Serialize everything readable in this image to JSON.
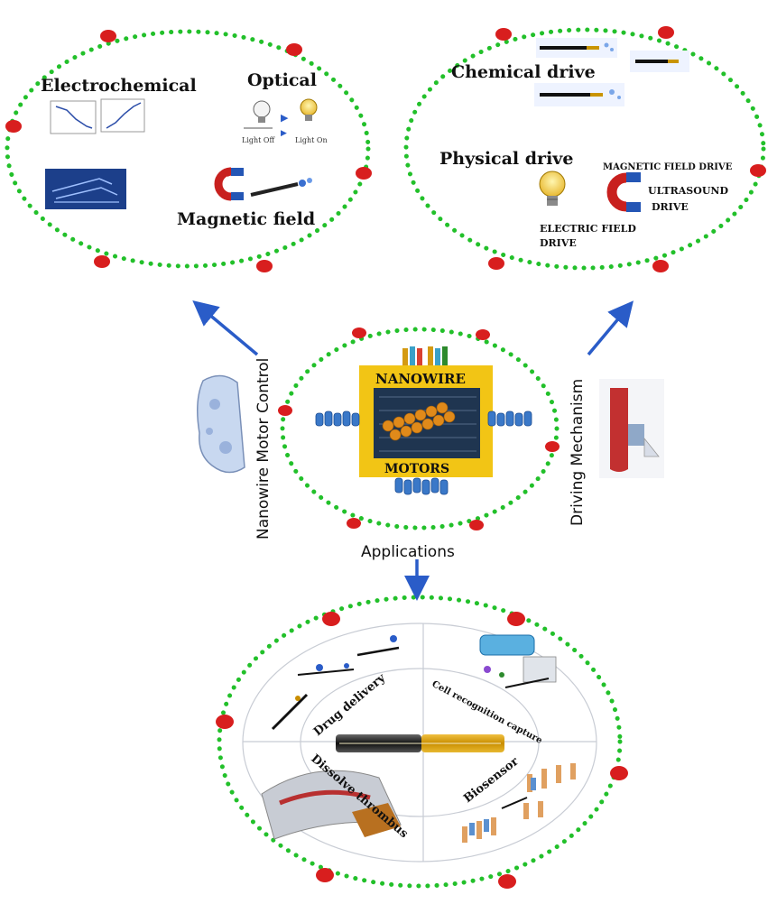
{
  "center": {
    "title_top": "NANOWIRE",
    "title_bottom": "MOTORS"
  },
  "left_branch": {
    "label": "Nanowire Motor Control"
  },
  "right_branch": {
    "label": "Driving Mechanism"
  },
  "bottom_branch": {
    "label": "Applications"
  },
  "control_panel": {
    "electrochemical": "Electrochemical",
    "optical": "Optical",
    "light_off": "Light Off",
    "light_on": "Light On",
    "magnetic_field": "Magnetic field"
  },
  "drive_panel": {
    "chemical_drive": "Chemical drive",
    "physical_drive": "Physical drive",
    "magnetic_field_drive": "MAGNETIC FIELD DRIVE",
    "ultrasound_drive_1": "ULTRASOUND",
    "ultrasound_drive_2": "DRIVE",
    "electric_field_drive_1": "ELECTRIC FIELD",
    "electric_field_drive_2": "DRIVE"
  },
  "applications": {
    "drug_delivery": "Drug delivery",
    "cell_recognition": "Cell recognition capture",
    "dissolve_thrombus": "Dissolve thrombus",
    "biosensor": "Biosensor"
  },
  "colors": {
    "dot_green": "#22c02a",
    "node_red": "#d81e1e",
    "arrow_blue": "#2a5cc8",
    "frame_yellow": "#f2c515",
    "panel_dark": "#1f3550",
    "magnet_red": "#c8201e",
    "magnet_blue": "#2456b5"
  }
}
